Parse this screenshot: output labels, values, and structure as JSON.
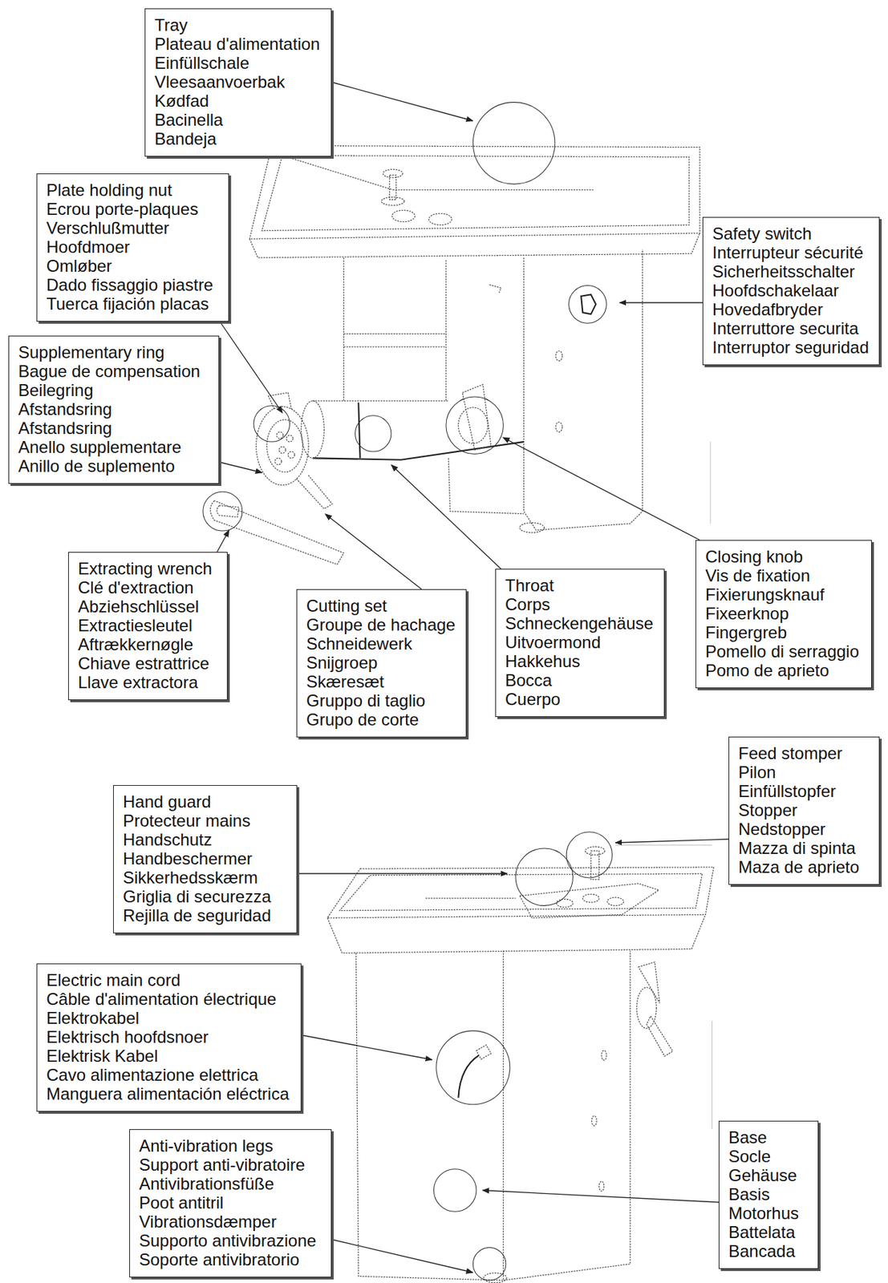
{
  "diagram": {
    "nodes": [
      {
        "text": [
          "Tray",
          "Plateau d'alimentation",
          "Einfüllschale",
          "Vleesaanvoerbak",
          "Kødfad",
          "Bacinella",
          "Bandeja"
        ]
      },
      {
        "text": [
          "Plate holding nut",
          "Ecrou porte-plaques",
          "Verschlußmutter",
          "Hoofdmoer",
          "Omløber",
          "Dado fissaggio piastre",
          "Tuerca fijación placas"
        ]
      },
      {
        "text": [
          "Safety switch",
          "Interrupteur sécurité",
          "Sicherheitsschalter",
          "Hoofdschakelaar",
          "Hovedafbryder",
          "Interruttore securita",
          "Interruptor seguridad"
        ]
      },
      {
        "text": [
          "Supplementary ring",
          "Bague de compensation",
          "Beilegring",
          "Afstandsring",
          "Afstandsring",
          "Anello supplementare",
          "Anillo de suplemento"
        ]
      },
      {
        "text": [
          "Extracting wrench",
          "Clé d'extraction",
          "Abziehschlüssel",
          "Extractiesleutel",
          "Aftrækkernøgle",
          "Chiave estrattrice",
          "Llave extractora"
        ]
      },
      {
        "text": [
          "Cutting set",
          "Groupe de hachage",
          "Schneidewerk",
          "Snijgroep",
          "Skæresæt",
          "Gruppo di taglio",
          "Grupo de corte"
        ]
      },
      {
        "text": [
          "Throat",
          "Corps",
          "Schneckengehäuse",
          "Uitvoermond",
          "Hakkehus",
          "Bocca",
          "Cuerpo"
        ]
      },
      {
        "text": [
          "Closing knob",
          "Vis de fixation",
          "Fixierungsknauf",
          "Fixeerknop",
          "Fingergreb",
          "Pomello di serraggio",
          "Pomo de aprieto"
        ]
      },
      {
        "text": [
          "Feed stomper",
          "Pilon",
          "Einfüllstopfer",
          "Stopper",
          "Nedstopper",
          "Mazza di spinta",
          "Maza de aprieto"
        ]
      },
      {
        "text": [
          "Hand guard",
          "Protecteur mains",
          "Handschutz",
          "Handbeschermer",
          "Sikkerhedsskærm",
          "Griglia di securezza",
          "Rejilla de seguridad"
        ]
      },
      {
        "text": [
          "Electric main cord",
          "Câble d'alimentation électrique",
          "Elektrokabel",
          "Elektrisch hoofdsnoer",
          "Elektrisk Kabel",
          "Cavo alimentazione elettrica",
          "Manguera alimentación eléctrica"
        ]
      },
      {
        "text": [
          "Base",
          "Socle",
          "Gehäuse",
          "Basis",
          "Motorhus",
          "Battelata",
          "Bancada"
        ]
      },
      {
        "text": [
          "Anti-vibration legs",
          "Support anti-vibratoire",
          "Antivibrationsfüße",
          "Poot antitril",
          "Vibrationsdæmper",
          "Supporto antivibrazione",
          "Soporte antivibratorio"
        ]
      }
    ]
  }
}
